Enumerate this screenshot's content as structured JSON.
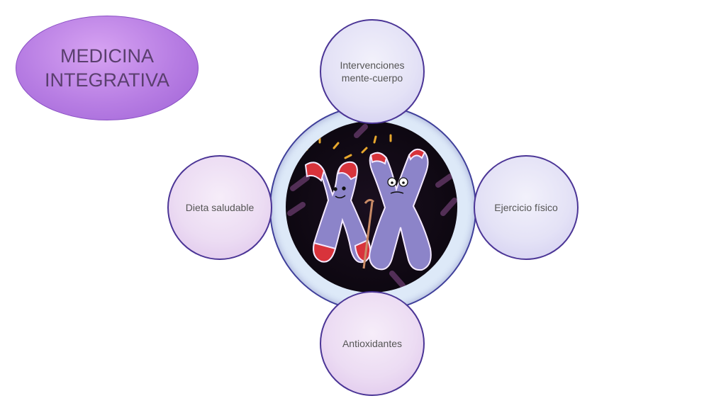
{
  "title": {
    "text": "MEDICINA\nINTEGRATIVA"
  },
  "center": {
    "image": "cartoon-chromosomes-illustration"
  },
  "nodes": {
    "top": "Intervenciones\nmente-cuerpo",
    "left": "Dieta saludable",
    "right": "Ejercicio físico",
    "bottom": "Antioxidantes"
  },
  "colors": {
    "title_fill": "#b77de3",
    "node_border": "#4b3596",
    "hub_border": "#3f3f9a",
    "chromosome_body": "#8c84c9",
    "telomere": "#d8333b"
  }
}
